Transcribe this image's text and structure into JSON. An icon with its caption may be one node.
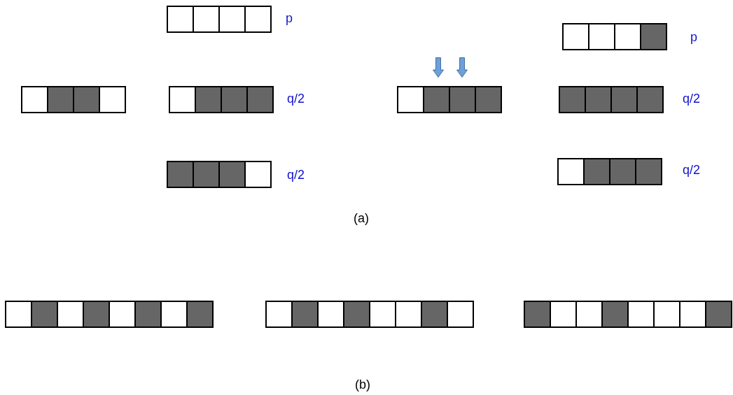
{
  "diagram": {
    "nodes": [
      {
        "text": [],
        "shape": "box",
        "beside": [
          "p"
        ]
      },
      {
        "text": [],
        "shape": "box",
        "beside": [
          "p"
        ]
      },
      {
        "text": [],
        "shape": "box"
      },
      {
        "text": [],
        "shape": "box",
        "beside": [
          "q/2"
        ]
      },
      {
        "text": [],
        "shape": "box"
      },
      {
        "text": [],
        "shape": "box",
        "beside": [
          "q/2"
        ]
      },
      {
        "text": [],
        "shape": "box",
        "beside": [
          "q/2"
        ]
      },
      {
        "text": [],
        "shape": "box",
        "beside": [
          "q/2"
        ]
      },
      {
        "text": [],
        "shape": "box"
      },
      {
        "text": [],
        "shape": "box"
      },
      {
        "text": [],
        "shape": "box"
      }
    ],
    "labels": [
      "(a)",
      "(b)"
    ]
  }
}
